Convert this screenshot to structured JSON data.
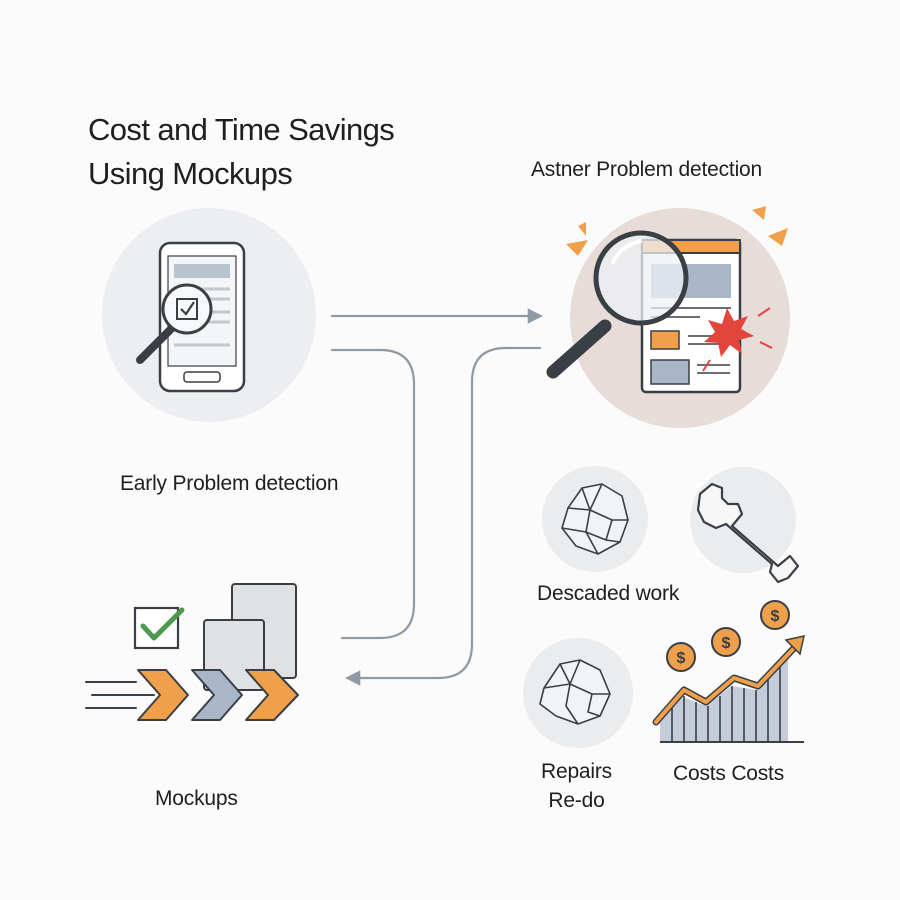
{
  "title": {
    "line1": "Cost and Time Savings",
    "line2": "Using Mockups"
  },
  "labels": {
    "early_detection": "Early Problem detection",
    "later_detection": "Astner Problem detection",
    "discarded_work": "Descaded work",
    "mockups": "Mockups",
    "repairs_line1": "Repairs",
    "repairs_line2": "Re-do",
    "costs": "Costs Costs"
  },
  "icons": [
    "phone-mockup-icon",
    "magnifier-check-icon",
    "magnifier-icon",
    "webpage-icon",
    "burst-icon",
    "crumpled-paper-icon",
    "wrench-icon",
    "checkbox-icon",
    "chevron-arrows-icon",
    "dollar-coin-icon",
    "rising-bar-chart-icon"
  ],
  "colors": {
    "accent_orange": "#f0a04b",
    "slate_blue": "#a9b6c8",
    "alert_red": "#e2453c",
    "check_green": "#4c9a4f",
    "circle_gray": "#ecedf0",
    "circle_warm": "#e7dcd7",
    "line_gray": "#8e9aa6"
  }
}
